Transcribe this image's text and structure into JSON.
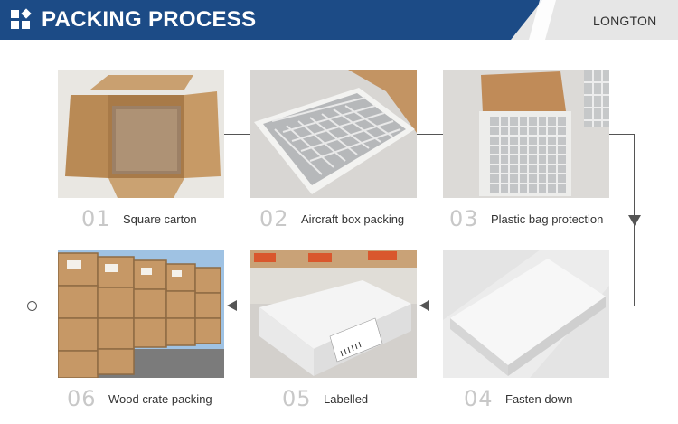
{
  "header": {
    "title": "PACKING PROCESS",
    "brand": "LONGTON",
    "band_color": "#1c4b86"
  },
  "steps": [
    {
      "number": "01",
      "label": "Square carton"
    },
    {
      "number": "02",
      "label": "Aircraft box packing"
    },
    {
      "number": "03",
      "label": "Plastic bag protection"
    },
    {
      "number": "04",
      "label": "Fasten down"
    },
    {
      "number": "05",
      "label": "Labelled"
    },
    {
      "number": "06",
      "label": "Wood crate packing"
    }
  ]
}
